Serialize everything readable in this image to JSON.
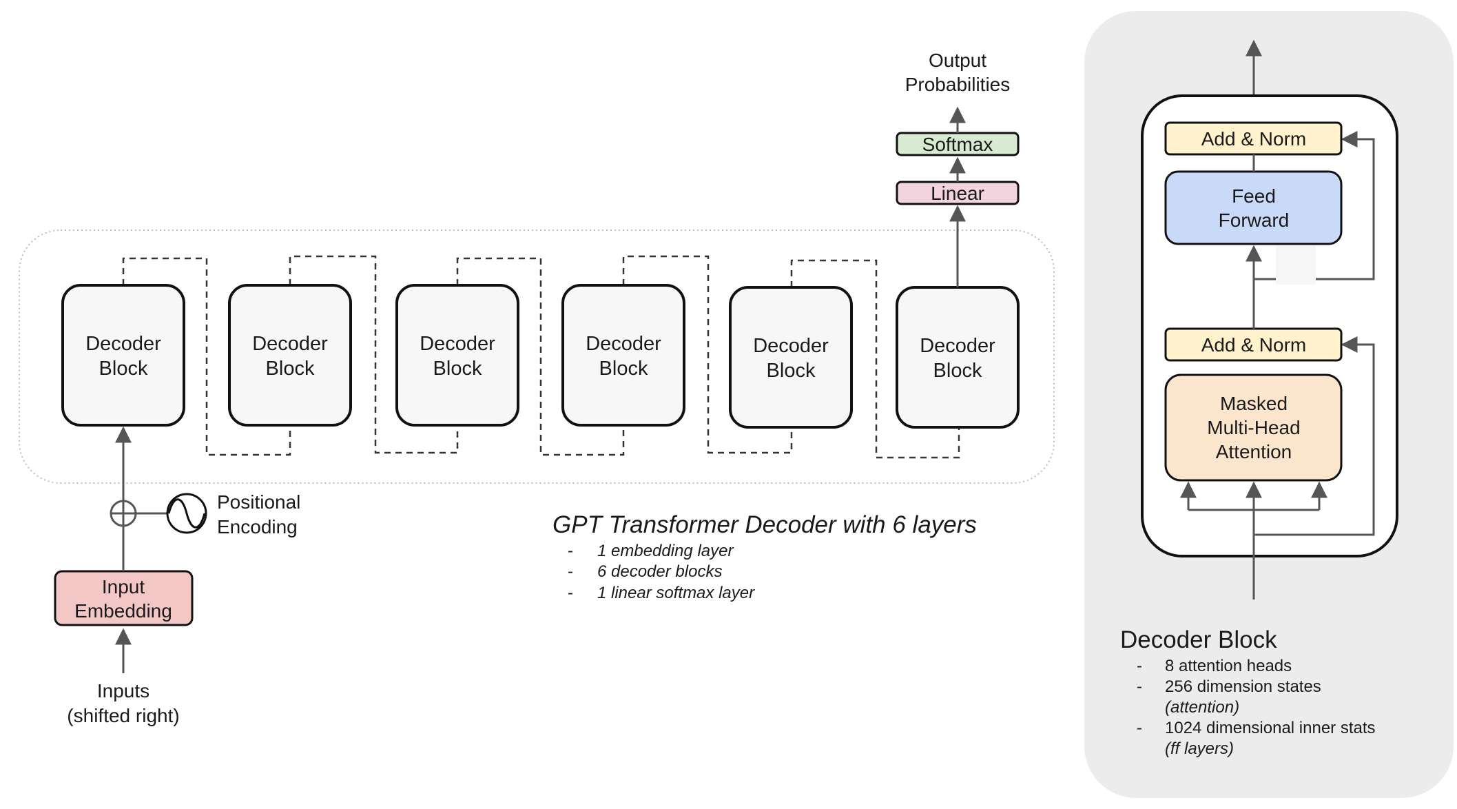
{
  "colors": {
    "outer_group_border": "#bdbdbd",
    "decoder_box_fill": "#f7f7f7",
    "decoder_box_stroke": "#111111",
    "input_embedding_fill": "#f4c7c7",
    "linear_fill": "#f1d4de",
    "softmax_fill": "#d9ead3",
    "add_norm_fill": "#fff2cc",
    "feed_forward_fill": "#c9daf8",
    "attention_fill": "#fce5cd",
    "panel_fill": "#ececec",
    "arrow": "#555555"
  },
  "main_diagram": {
    "decoder_blocks": [
      {
        "line1": "Decoder",
        "line2": "Block"
      },
      {
        "line1": "Decoder",
        "line2": "Block"
      },
      {
        "line1": "Decoder",
        "line2": "Block"
      },
      {
        "line1": "Decoder",
        "line2": "Block"
      },
      {
        "line1": "Decoder",
        "line2": "Block"
      },
      {
        "line1": "Decoder",
        "line2": "Block"
      }
    ],
    "input_embedding": {
      "line1": "Input",
      "line2": "Embedding"
    },
    "inputs_label": {
      "line1": "Inputs",
      "line2": "(shifted right)"
    },
    "positional_encoding": {
      "line1": "Positional",
      "line2": "Encoding",
      "icon": "sine-wave-icon"
    },
    "add_symbol": "plus-circle-icon",
    "linear_label": "Linear",
    "softmax_label": "Softmax",
    "output_label": {
      "line1": "Output",
      "line2": "Probabilities"
    }
  },
  "caption": {
    "title": "GPT Transformer Decoder with 6 layers",
    "bullets": [
      {
        "dash": "-",
        "text": "1 embedding layer"
      },
      {
        "dash": "-",
        "text": "6 decoder blocks"
      },
      {
        "dash": "-",
        "text": "1 linear softmax layer"
      }
    ]
  },
  "detail_panel": {
    "add_norm_top": "Add & Norm",
    "feed_forward": {
      "line1": "Feed",
      "line2": "Forward"
    },
    "add_norm_bottom": "Add & Norm",
    "attention": {
      "line1": "Masked",
      "line2": "Multi-Head",
      "line3": "Attention"
    },
    "title": "Decoder Block",
    "bullets": [
      {
        "dash": "-",
        "text": "8 attention heads"
      },
      {
        "dash": "-",
        "text": "256 dimension states",
        "note": "(attention)"
      },
      {
        "dash": "-",
        "text": "1024 dimensional inner stats",
        "note": "(ff layers)"
      }
    ]
  }
}
